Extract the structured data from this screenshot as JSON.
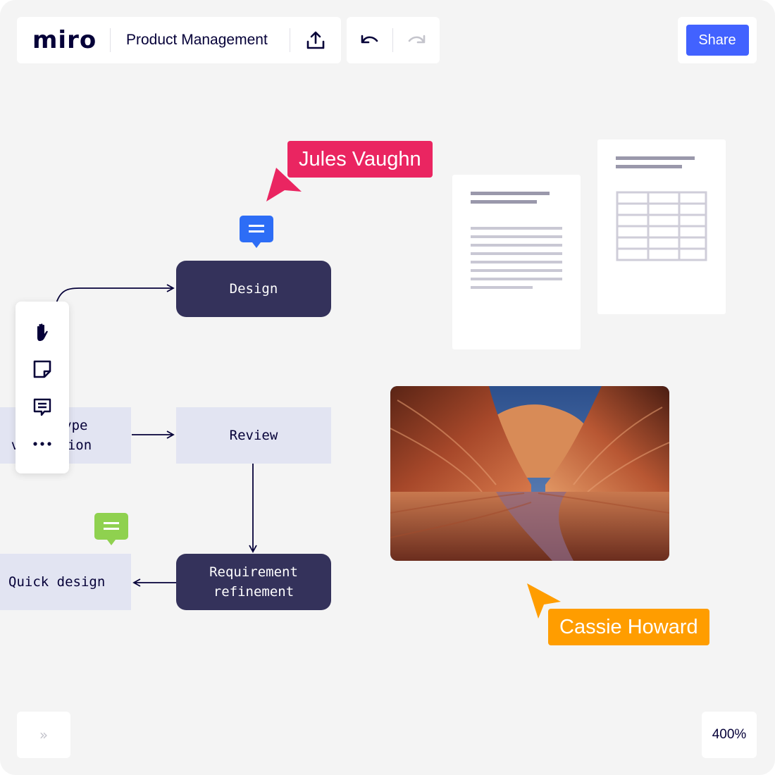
{
  "app": {
    "logo": "miro",
    "board_title": "Product Management"
  },
  "toolbar_top": {
    "export_icon": "upload-icon",
    "undo_icon": "undo-icon",
    "redo_icon": "redo-icon",
    "share_label": "Share"
  },
  "left_toolbar": {
    "tools": [
      "hand-icon",
      "sticky-note-icon",
      "comment-icon",
      "more-icon"
    ]
  },
  "nodes": {
    "design": "Design",
    "prototype": "Prototype\nvalidation",
    "review": "Review",
    "quick_design": "Quick design",
    "requirement": "Requirement\nrefinement"
  },
  "collaborators": [
    {
      "name": "Jules Vaughn",
      "color": "#ea2561"
    },
    {
      "name": "Cassie Howard",
      "color": "#ff9d00"
    }
  ],
  "comments": [
    {
      "icon": "comment-icon",
      "color": "#2d6df6"
    },
    {
      "icon": "comment-icon",
      "color": "#8fd14f"
    }
  ],
  "colors": {
    "brand": "#050038",
    "accent": "#4262ff",
    "node_dark": "#34325b",
    "node_light": "#e2e4f2"
  },
  "footer": {
    "collapse_label": "»",
    "zoom": "400%"
  }
}
